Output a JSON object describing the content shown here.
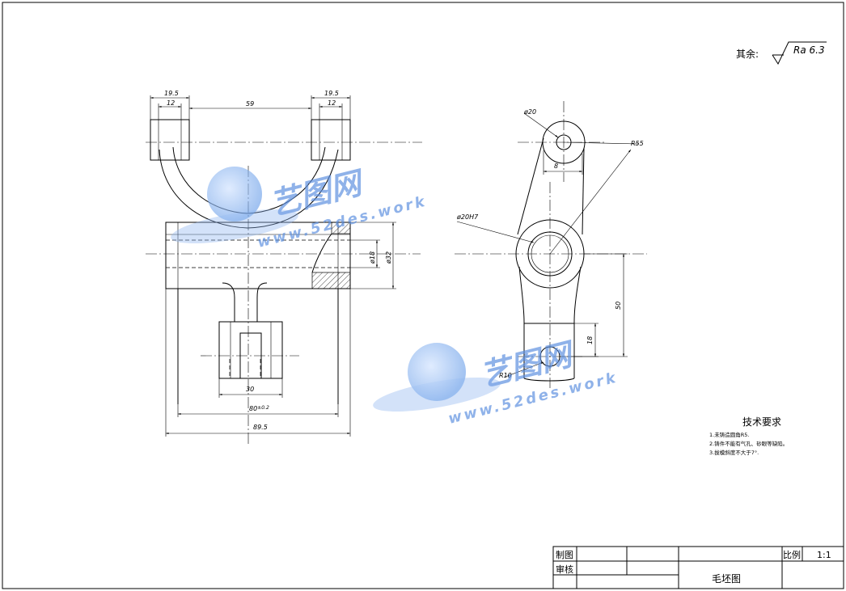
{
  "roughness": {
    "label": "其余:",
    "value": "Ra 6.3"
  },
  "watermark": {
    "brand": "艺图网",
    "url": "www.52des.work"
  },
  "front_view": {
    "dims": {
      "left_top": "19.5",
      "left_sub": "12",
      "center": "59",
      "right_top": "19.5",
      "right_sub": "12",
      "bore": "ø18",
      "outer": "ø32",
      "slot": "30",
      "base": "80",
      "base_tol": "±0.2",
      "overall": "89.5"
    }
  },
  "side_view": {
    "dims": {
      "top_hole": "ø20",
      "radius_big": "R55",
      "width_small": "8",
      "main_hole": "ø20H7",
      "height_50": "50",
      "height_18": "18",
      "radius_small": "R10"
    }
  },
  "tech_req": {
    "title": "技术要求",
    "items": [
      "1.未铸造圆角R5.",
      "2.铸件不能有气孔、砂眼等缺陷。",
      "3.拔模斜度不大于7°."
    ]
  },
  "title_block": {
    "drawn_label": "制图",
    "checked_label": "审核",
    "scale_label": "比例",
    "scale_value": "1:1",
    "part_name": "毛坯图"
  }
}
